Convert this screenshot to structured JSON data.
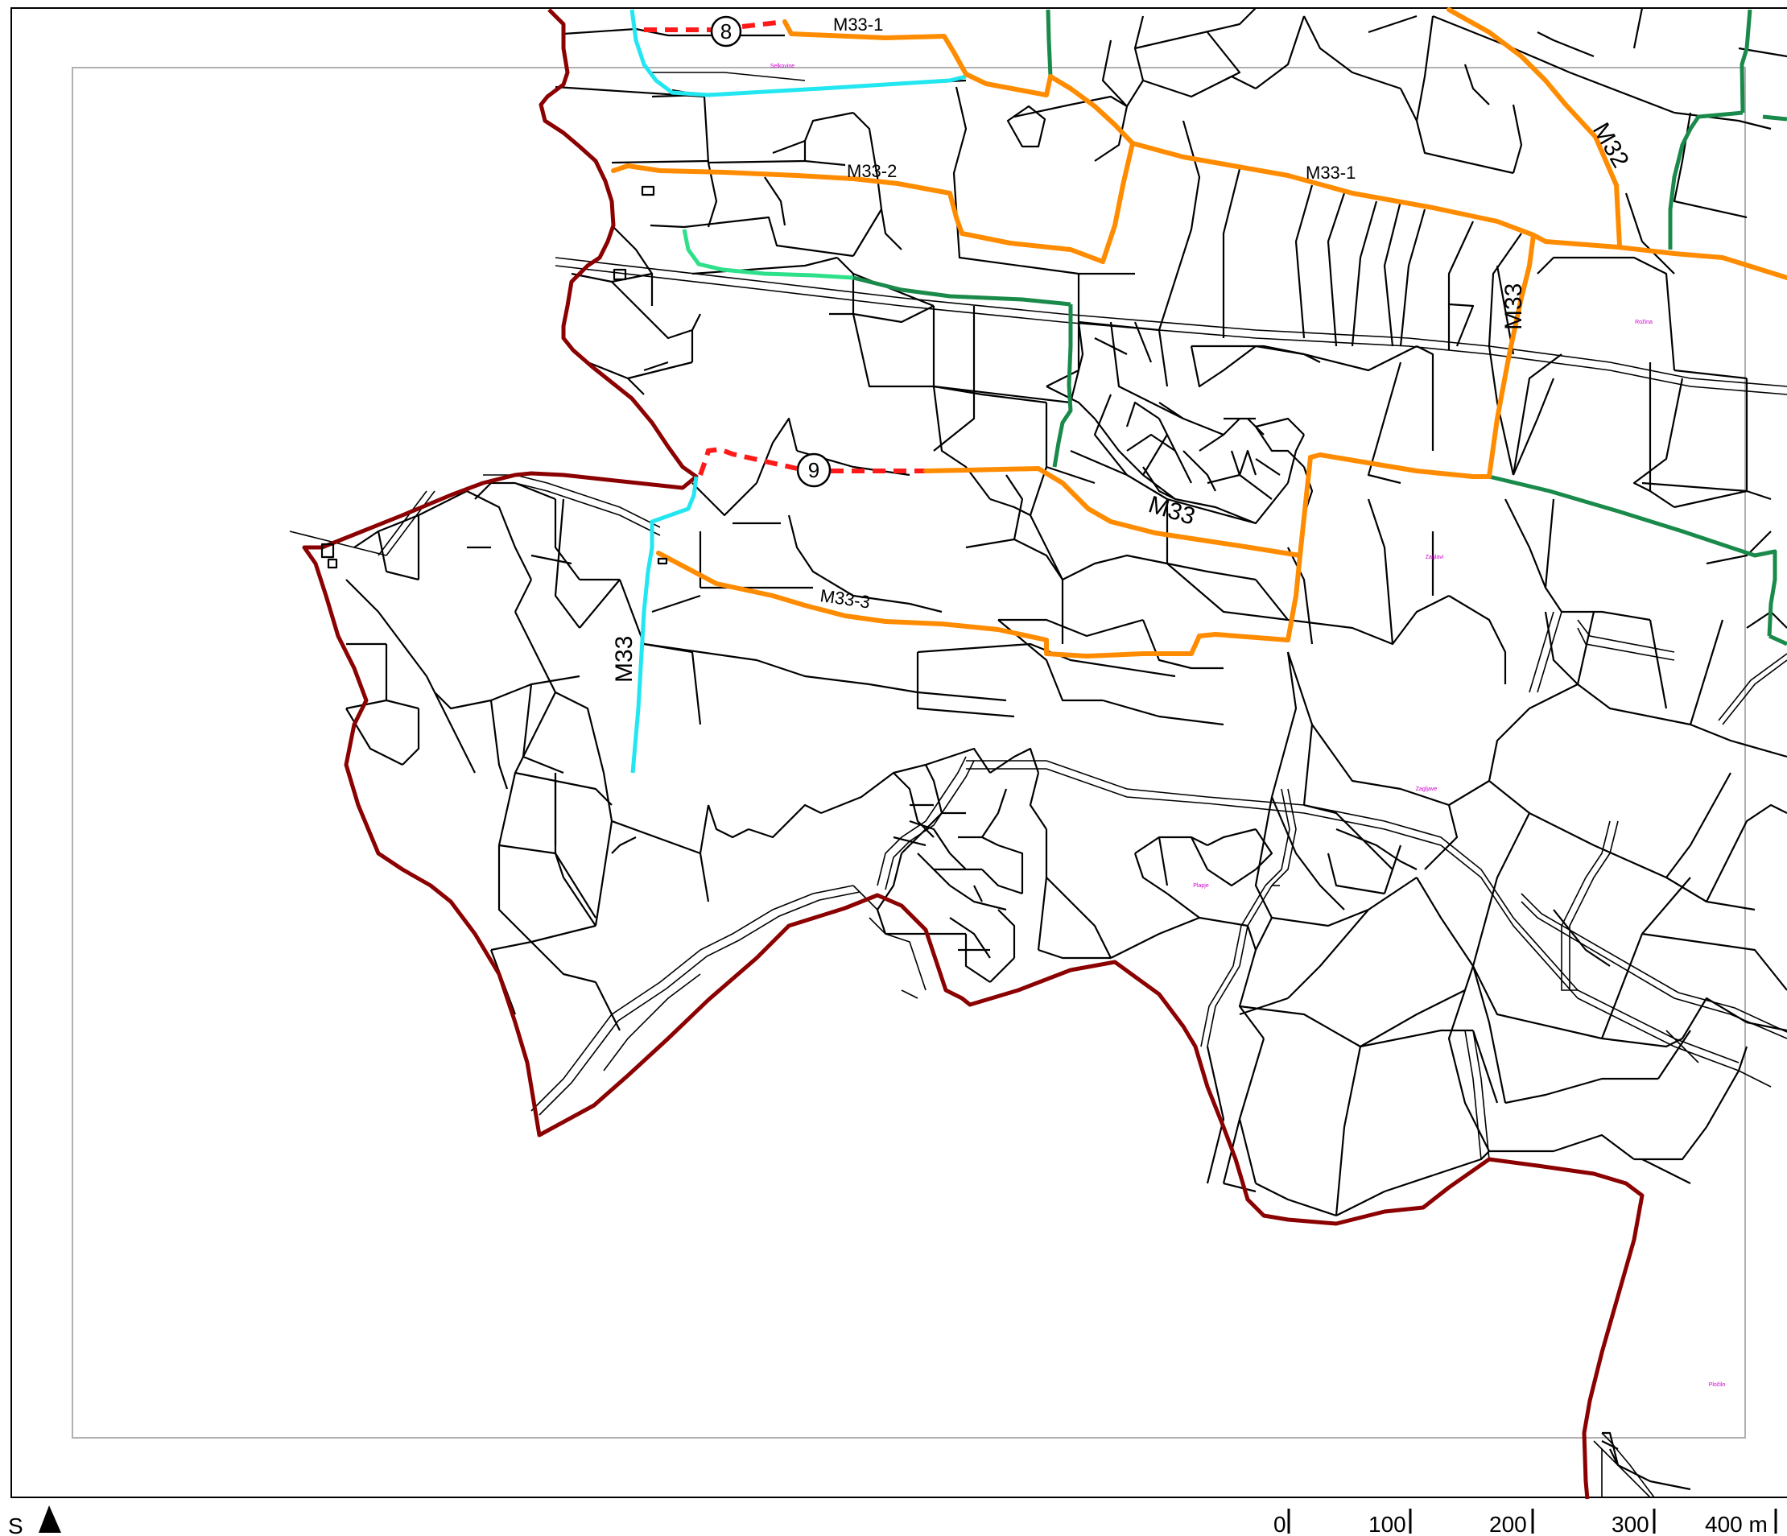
{
  "map": {
    "routes": {
      "m33_1_top": "M33-1",
      "m33_1_mid": "M33-1",
      "m33_2": "M33-2",
      "m33_3": "M33-3",
      "m33_east": "M33",
      "m33_center": "M33",
      "m33_west": "M33",
      "m32": "M32"
    },
    "nodes": {
      "n8": "8",
      "n9": "9"
    },
    "places": {
      "p1": "Selkovine",
      "p2": "Zaglavi",
      "p3": "Zagljave",
      "p4": "Plapje",
      "p5": "Pločilo",
      "p6": "Rožina"
    },
    "colors": {
      "boundary": "#8b0000",
      "route_primary": "#ff8c00",
      "route_green": "#1a8a4a",
      "route_light_green": "#2ee08a",
      "route_cyan": "#22e6f0",
      "route_dashed": "#ff1a1a"
    }
  },
  "footer": {
    "orientation_letter": "S",
    "north_arrow": "triangle-up-icon",
    "scale": [
      "0",
      "100",
      "200",
      "300",
      "400 m"
    ]
  }
}
